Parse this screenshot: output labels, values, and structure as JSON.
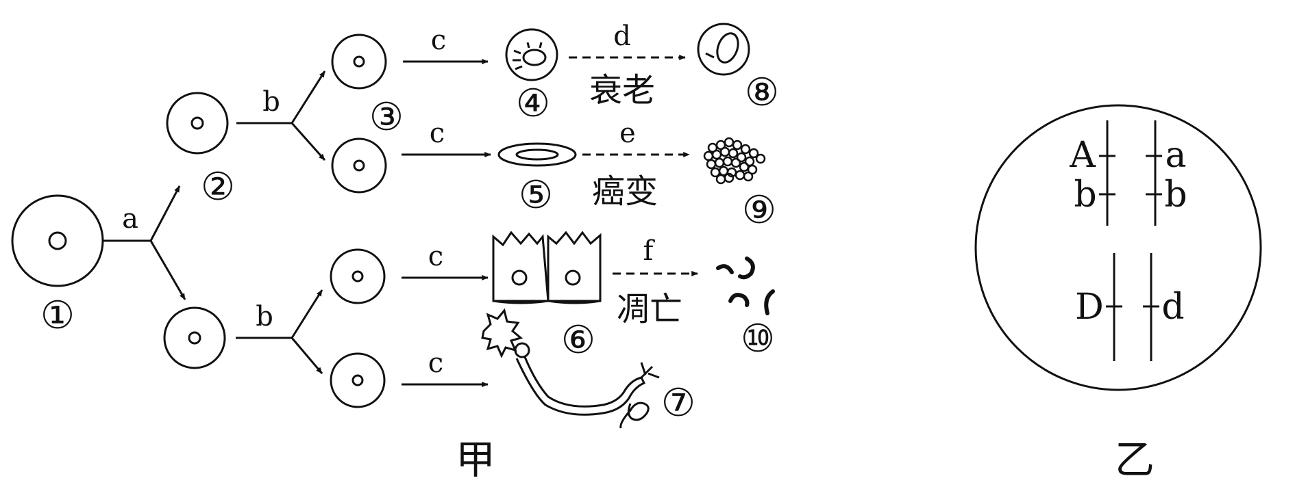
{
  "figure_jia": {
    "caption": "甲",
    "cell_numbers": [
      "①",
      "②",
      "③",
      "④",
      "⑤",
      "⑥",
      "⑦",
      "⑧",
      "⑨",
      "⑩"
    ],
    "process_letters": {
      "a": "a",
      "b": "b",
      "c": "c",
      "d": "d",
      "e": "e",
      "f": "f"
    },
    "process_words": {
      "aging": "衰老",
      "cancer": "癌变",
      "apoptosis": "凋亡"
    }
  },
  "figure_yi": {
    "caption": "乙",
    "alleles": {
      "A": "A",
      "a": "a",
      "b_left": "b",
      "b_right": "b",
      "D": "D",
      "d": "d"
    }
  }
}
